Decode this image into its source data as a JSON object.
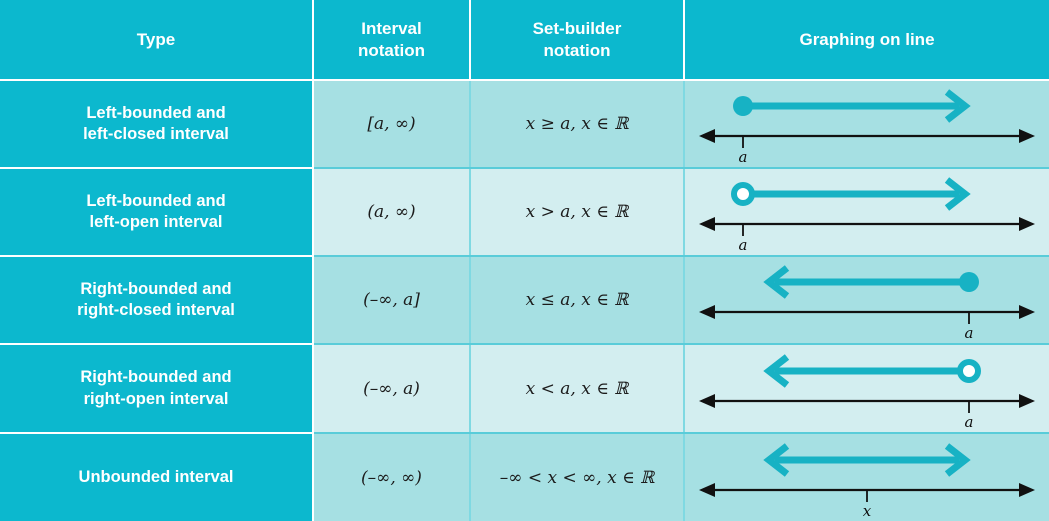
{
  "table": {
    "headers": [
      {
        "label": "Type",
        "name": "header-type"
      },
      {
        "label": "Interval\nnotation",
        "line1": "Interval",
        "line2": "notation",
        "name": "header-interval-notation"
      },
      {
        "label": "Set-builder\nnotation",
        "line1": "Set-builder",
        "line2": "notation",
        "name": "header-set-builder-notation"
      },
      {
        "label": "Graphing on line",
        "name": "header-graphing-on-line"
      }
    ],
    "rows": [
      {
        "type_line1": "Left-bounded and",
        "type_line2": "left-closed interval",
        "interval_notation": "[a, ∞)",
        "set_builder_notation": "x ≥ a, x ∈ ℝ",
        "graph": {
          "endpoint": "closed",
          "direction": "right",
          "tick_label": "a",
          "tick_position": "left"
        }
      },
      {
        "type_line1": "Left-bounded and",
        "type_line2": "left-open interval",
        "interval_notation": "(a, ∞)",
        "set_builder_notation": "x > a, x ∈ ℝ",
        "graph": {
          "endpoint": "open",
          "direction": "right",
          "tick_label": "a",
          "tick_position": "left"
        }
      },
      {
        "type_line1": "Right-bounded and",
        "type_line2": "right-closed interval",
        "interval_notation": "(–∞, a]",
        "set_builder_notation": "x ≤ a,  x ∈ ℝ",
        "graph": {
          "endpoint": "closed",
          "direction": "left",
          "tick_label": "a",
          "tick_position": "right"
        }
      },
      {
        "type_line1": "Right-bounded and",
        "type_line2": "right-open interval",
        "interval_notation": "(–∞, a)",
        "set_builder_notation": "x < a,  x ∈ ℝ",
        "graph": {
          "endpoint": "open",
          "direction": "left",
          "tick_label": "a",
          "tick_position": "right"
        }
      },
      {
        "type_line1": "Unbounded interval",
        "type_line2": "",
        "interval_notation": "(–∞, ∞)",
        "set_builder_notation": "–∞ < x < ∞,  x ∈ ℝ",
        "graph": {
          "endpoint": "none",
          "direction": "both",
          "tick_label": "x",
          "tick_position": "center"
        }
      }
    ]
  },
  "colors": {
    "header_background": "#0cb8ce",
    "header_text": "#ffffff",
    "row_shade_dark": "#a6e0e3",
    "row_shade_light": "#d3eef0",
    "accent_teal": "#17b2c4",
    "number_line": "#111111",
    "row_divider": "#59ccd9"
  }
}
